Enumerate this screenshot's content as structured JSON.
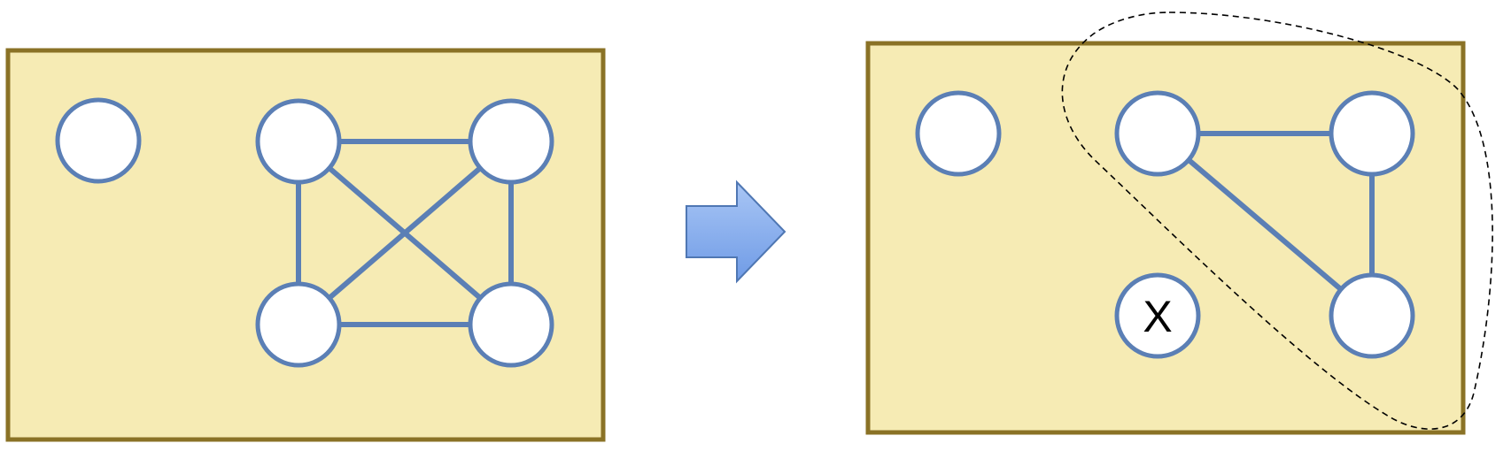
{
  "diagram": {
    "colors": {
      "panel_fill": "#f6ebb4",
      "panel_border": "#8a7226",
      "node_stroke": "#5b7fb5",
      "edge": "#5b7fb5",
      "arrow_top": "#a9c6f5",
      "arrow_bottom": "#6f9be6"
    },
    "left_panel": {
      "nodes": [
        {
          "id": "a",
          "label": ""
        },
        {
          "id": "b",
          "label": ""
        },
        {
          "id": "c",
          "label": ""
        },
        {
          "id": "d",
          "label": ""
        },
        {
          "id": "e",
          "label": ""
        }
      ],
      "edges": [
        [
          "b",
          "c"
        ],
        [
          "b",
          "d"
        ],
        [
          "c",
          "e"
        ],
        [
          "d",
          "e"
        ],
        [
          "b",
          "e"
        ],
        [
          "c",
          "d"
        ]
      ]
    },
    "transition": {
      "icon": "right-arrow-icon"
    },
    "right_panel": {
      "nodes": [
        {
          "id": "a",
          "label": ""
        },
        {
          "id": "b",
          "label": ""
        },
        {
          "id": "c",
          "label": ""
        },
        {
          "id": "x",
          "label": "X"
        },
        {
          "id": "e",
          "label": ""
        }
      ],
      "edges": [
        [
          "b",
          "c"
        ],
        [
          "c",
          "e"
        ],
        [
          "b",
          "e"
        ]
      ],
      "selection_region": {
        "style": "dashed"
      }
    }
  }
}
